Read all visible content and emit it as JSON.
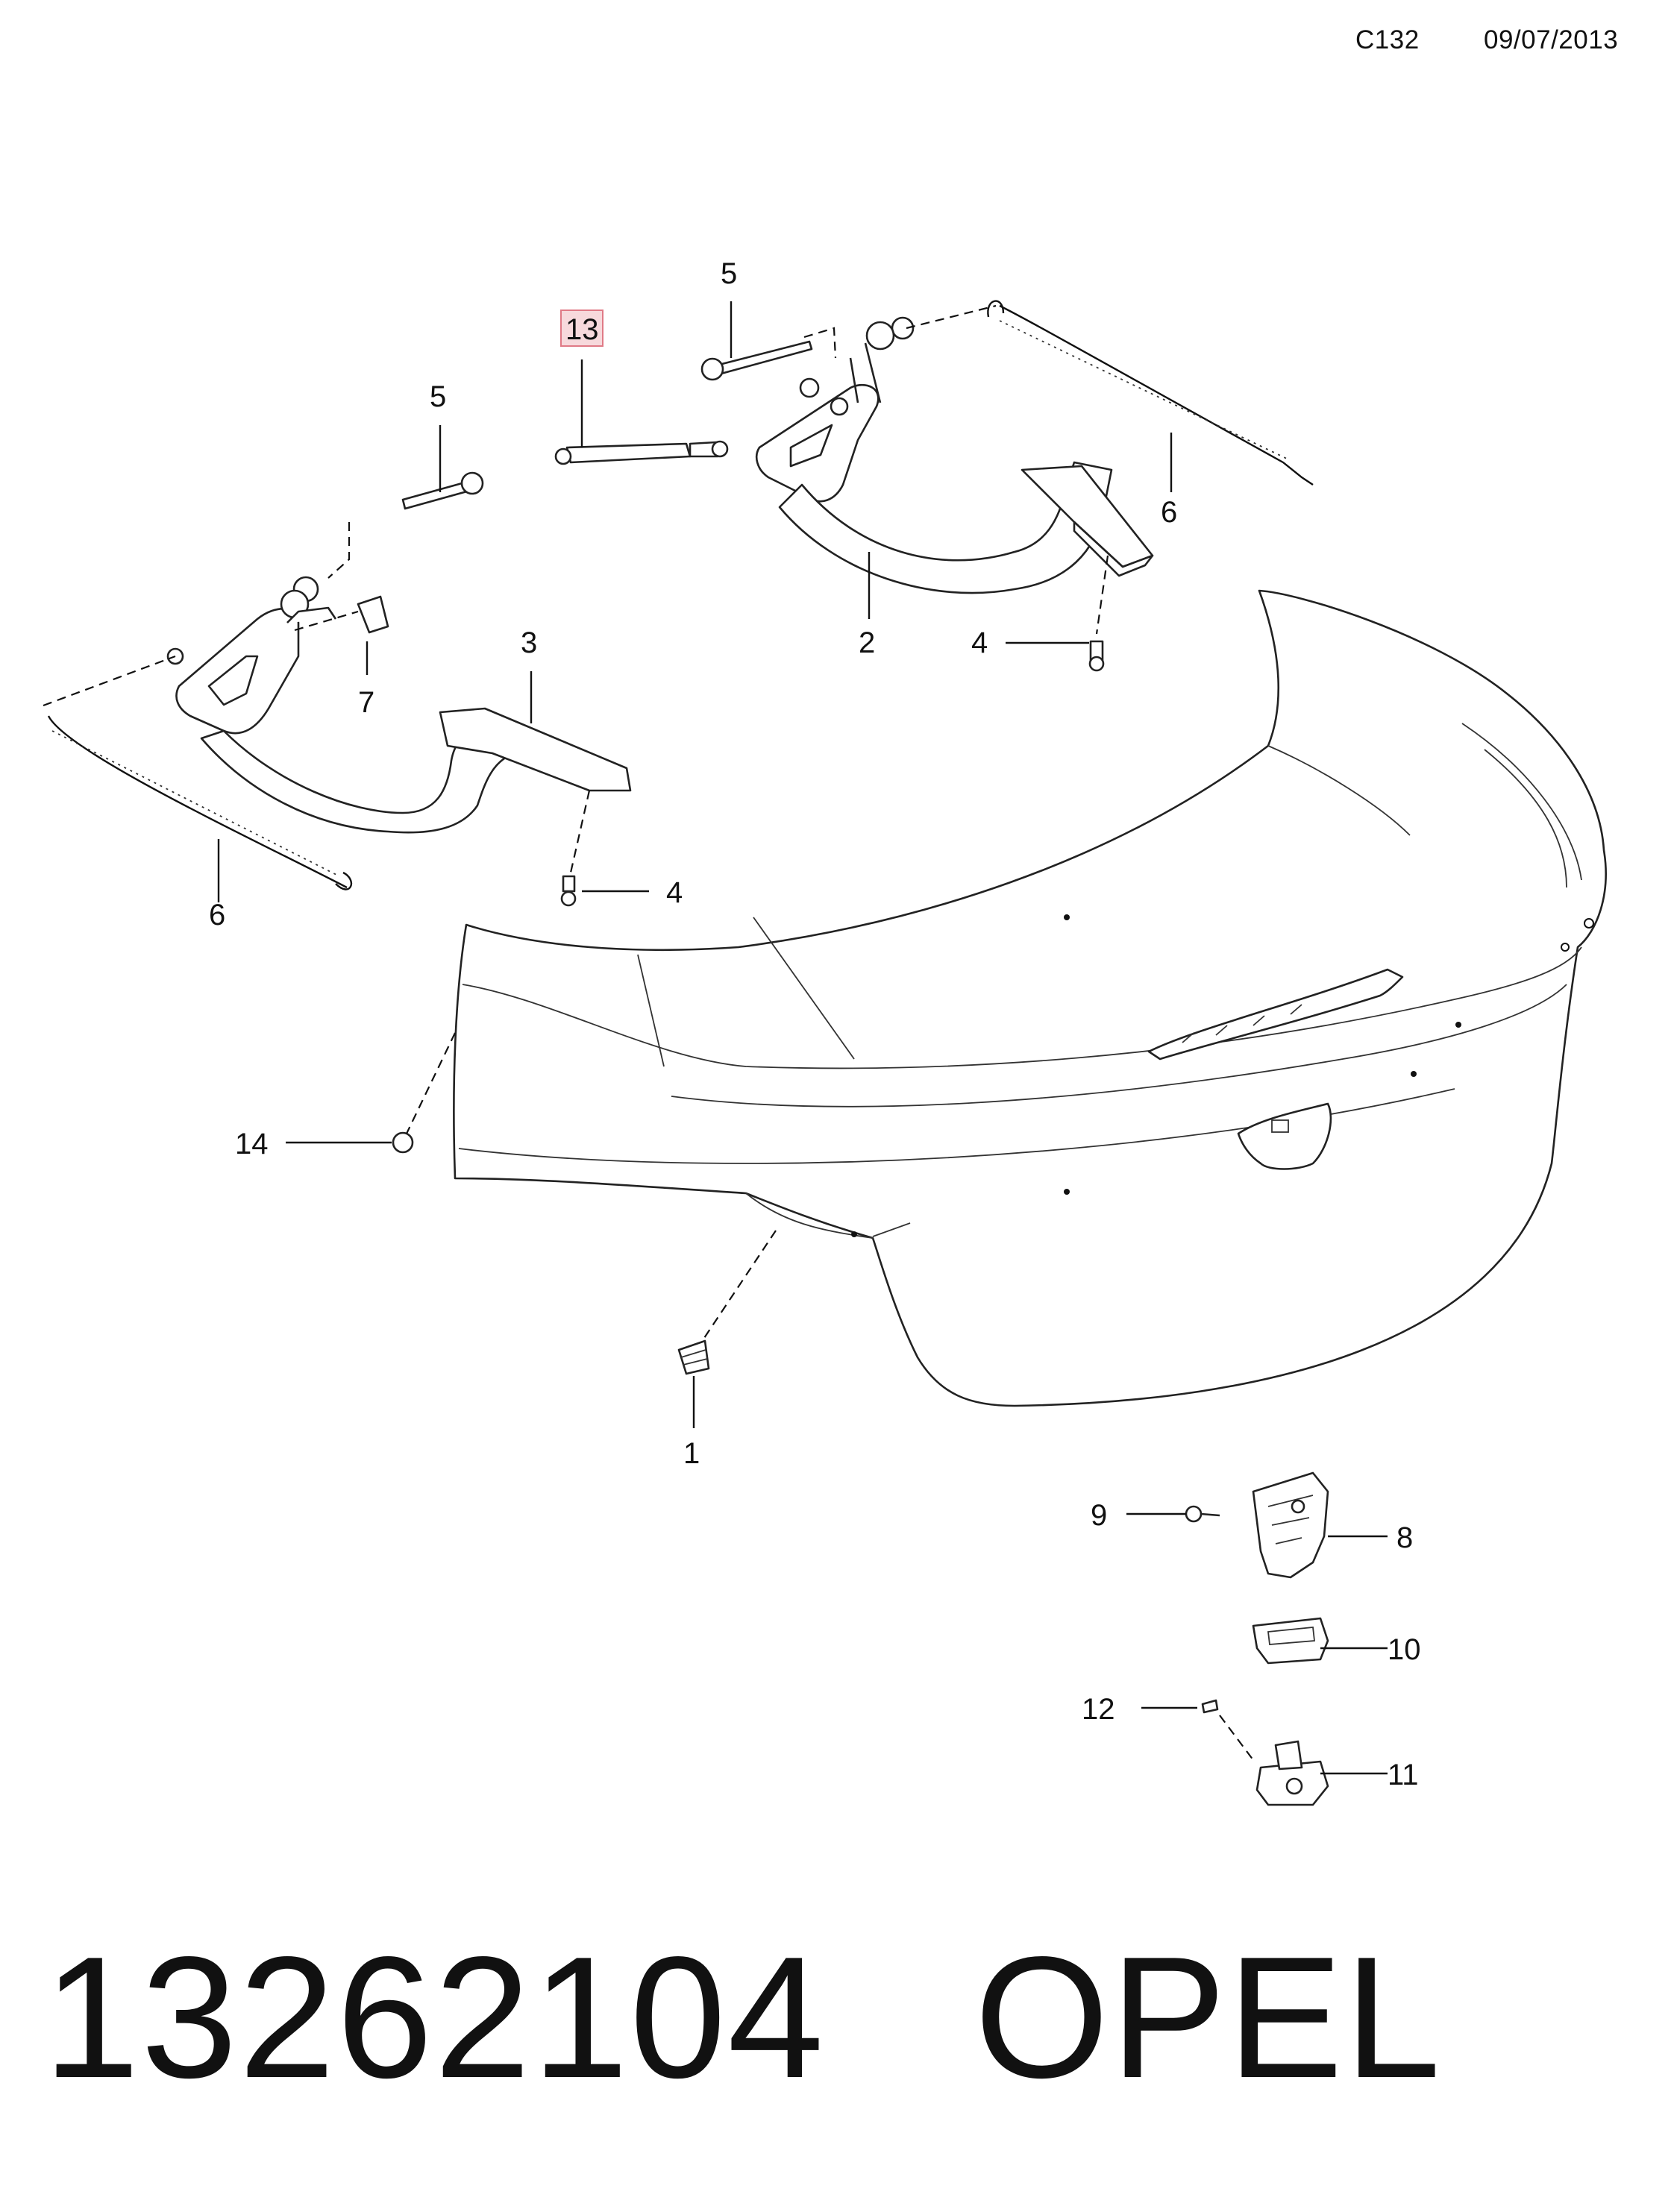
{
  "header": {
    "code": "C132",
    "date": "09/07/2013"
  },
  "callouts": {
    "c1": "1",
    "c2": "2",
    "c3": "3",
    "c4a": "4",
    "c4b": "4",
    "c5a": "5",
    "c5b": "5",
    "c6a": "6",
    "c6b": "6",
    "c7": "7",
    "c8": "8",
    "c9": "9",
    "c10": "10",
    "c11": "11",
    "c12": "12",
    "c13": "13",
    "c14": "14"
  },
  "colors": {
    "highlight_box": "#f7d9dc",
    "highlight_border": "#e07a86",
    "highlight_text": "#c0392b"
  },
  "footer": {
    "part_number": "13262104",
    "brand": "OPEL"
  }
}
